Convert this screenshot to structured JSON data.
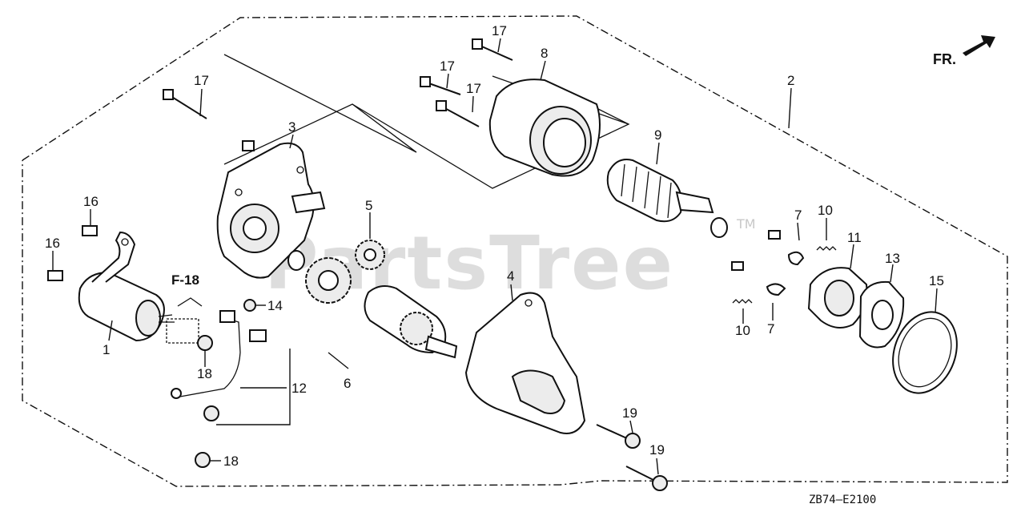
{
  "diagram": {
    "direction_label": "FR.",
    "drawing_code": "ZB74–E2100",
    "watermark": "PartsTree",
    "watermark_mark": "TM",
    "reference_label": "F-18",
    "callouts": [
      {
        "id": "c1",
        "text": "1"
      },
      {
        "id": "c2",
        "text": "2"
      },
      {
        "id": "c3",
        "text": "3"
      },
      {
        "id": "c4",
        "text": "4"
      },
      {
        "id": "c5",
        "text": "5"
      },
      {
        "id": "c6",
        "text": "6"
      },
      {
        "id": "c7a",
        "text": "7"
      },
      {
        "id": "c7b",
        "text": "7"
      },
      {
        "id": "c8",
        "text": "8"
      },
      {
        "id": "c9",
        "text": "9"
      },
      {
        "id": "c10a",
        "text": "10"
      },
      {
        "id": "c10b",
        "text": "10"
      },
      {
        "id": "c11",
        "text": "11"
      },
      {
        "id": "c12",
        "text": "12"
      },
      {
        "id": "c13",
        "text": "13"
      },
      {
        "id": "c14",
        "text": "14"
      },
      {
        "id": "c15",
        "text": "15"
      },
      {
        "id": "c16a",
        "text": "16"
      },
      {
        "id": "c16b",
        "text": "16"
      },
      {
        "id": "c17a",
        "text": "17"
      },
      {
        "id": "c17b",
        "text": "17"
      },
      {
        "id": "c17c",
        "text": "17"
      },
      {
        "id": "c17d",
        "text": "17"
      },
      {
        "id": "c18a",
        "text": "18"
      },
      {
        "id": "c18b",
        "text": "18"
      },
      {
        "id": "c19a",
        "text": "19"
      },
      {
        "id": "c19b",
        "text": "19"
      }
    ]
  }
}
